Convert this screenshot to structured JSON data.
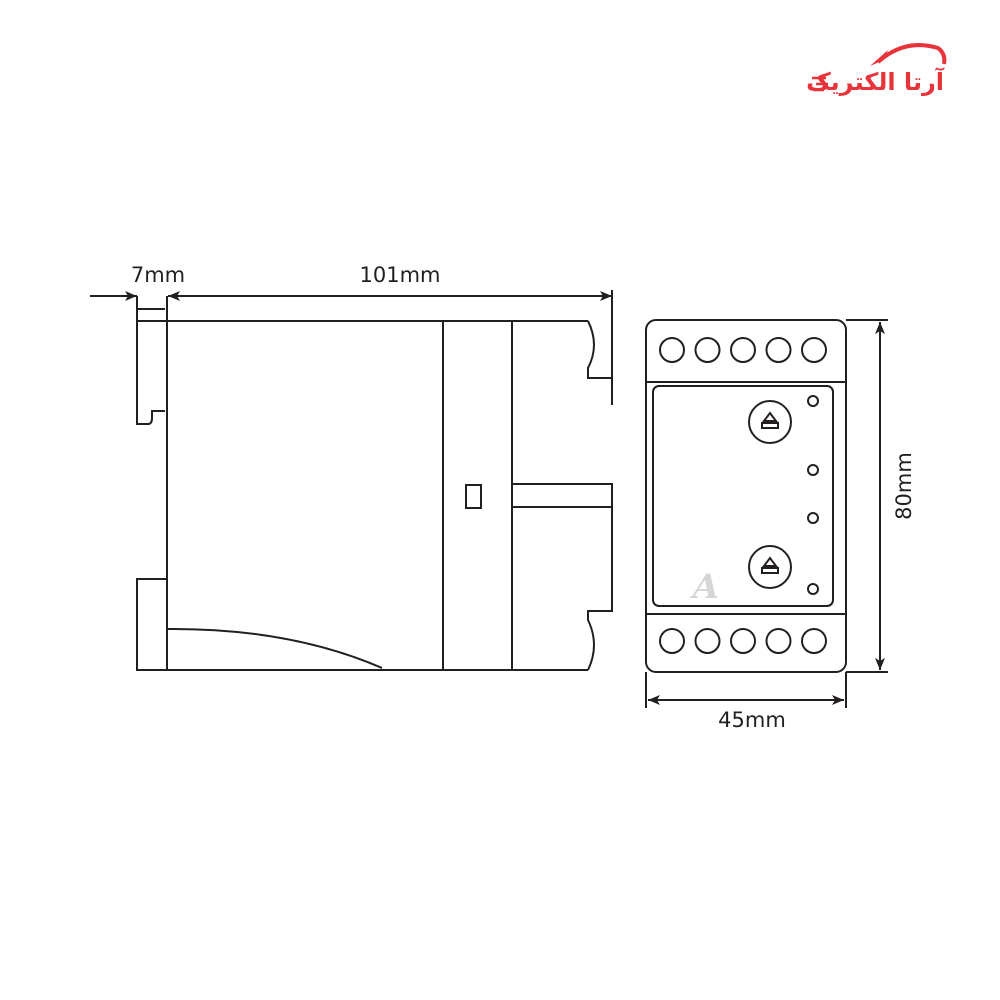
{
  "logo": {
    "text": "آرتا الکتریک",
    "color": "#e8333a"
  },
  "side_view": {
    "dim_clip": "7mm",
    "dim_depth": "101mm"
  },
  "front_view": {
    "dim_width": "45mm",
    "dim_height": "80mm",
    "terminals_top": 5,
    "terminals_bottom": 5,
    "knobs": 2,
    "leds": 4
  },
  "colors": {
    "line": "#231f20",
    "brand": "#e8333a"
  }
}
